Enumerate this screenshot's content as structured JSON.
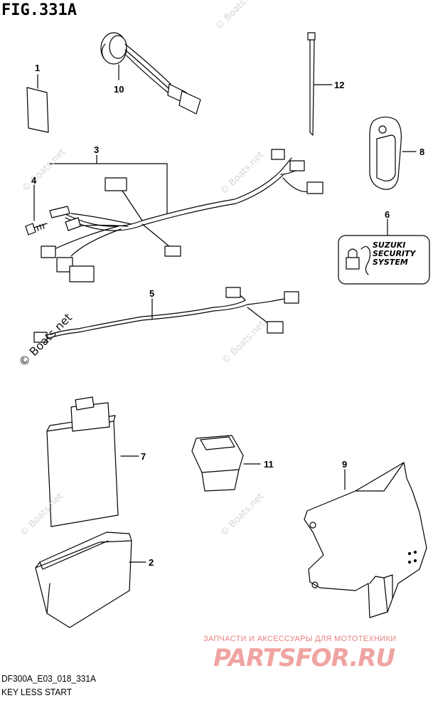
{
  "figure_title": "FIG.331A",
  "diagram_code": "DF300A_E03_018_331A",
  "caption": "KEY LESS START",
  "callouts": [
    {
      "num": "1"
    },
    {
      "num": "10"
    },
    {
      "num": "12"
    },
    {
      "num": "8"
    },
    {
      "num": "3"
    },
    {
      "num": "4"
    },
    {
      "num": "6"
    },
    {
      "num": "5"
    },
    {
      "num": "7"
    },
    {
      "num": "11"
    },
    {
      "num": "9"
    },
    {
      "num": "2"
    }
  ],
  "security_label": {
    "line1": "SUZUKI",
    "line2": "SECURITY",
    "line3": "SYSTEM"
  },
  "watermark_text": "© Boats.net",
  "watermark_bold": "© Boats.net",
  "shop_banner": {
    "subtitle": "ЗАПЧАСТИ И АКСЕССУАРЫ ДЛЯ МОТОТЕХНИКИ",
    "logo": "PARTSFOR.RU"
  }
}
